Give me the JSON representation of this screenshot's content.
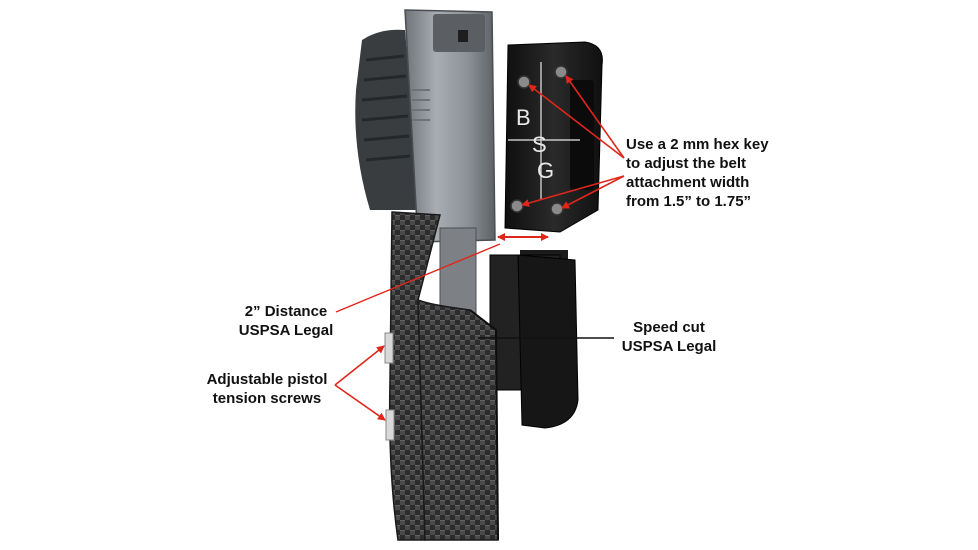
{
  "callouts": {
    "hex_key": {
      "lines": [
        "Use a 2 mm hex key",
        "to adjust the belt",
        "attachment width",
        "from 1.5” to 1.75”"
      ]
    },
    "distance": {
      "lines": [
        "2” Distance",
        "USPSA Legal"
      ]
    },
    "speed_cut": {
      "lines": [
        "Speed cut",
        "USPSA Legal"
      ]
    },
    "tension": {
      "lines": [
        "Adjustable pistol",
        "tension screws"
      ]
    }
  },
  "logo": {
    "letters": [
      "B",
      "S",
      "G"
    ]
  },
  "colors": {
    "arrow": "#e0261b",
    "leader_black": "#111111",
    "holster": "#2b2b2b",
    "slide": "#8c9196",
    "mount": "#1a1a1a"
  }
}
